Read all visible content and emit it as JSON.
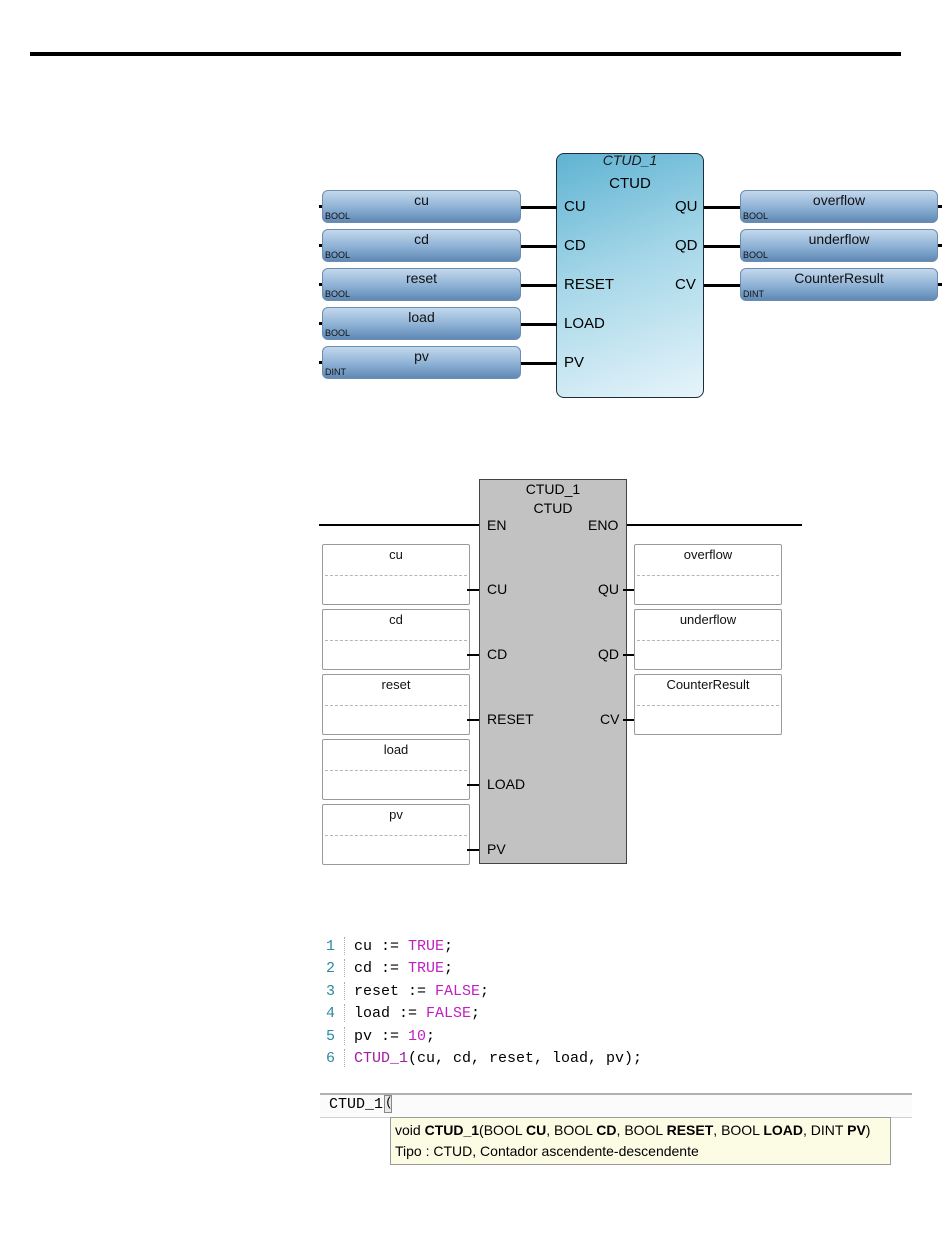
{
  "fbd_graphical": {
    "instance_name": "CTUD_1",
    "block_type": "CTUD",
    "inputs": [
      {
        "pin": "CU",
        "var": "cu",
        "type": "BOOL"
      },
      {
        "pin": "CD",
        "var": "cd",
        "type": "BOOL"
      },
      {
        "pin": "RESET",
        "var": "reset",
        "type": "BOOL"
      },
      {
        "pin": "LOAD",
        "var": "load",
        "type": "BOOL"
      },
      {
        "pin": "PV",
        "var": "pv",
        "type": "DINT"
      }
    ],
    "outputs": [
      {
        "pin": "QU",
        "var": "overflow",
        "type": "BOOL"
      },
      {
        "pin": "QD",
        "var": "underflow",
        "type": "BOOL"
      },
      {
        "pin": "CV",
        "var": "CounterResult",
        "type": "DINT"
      }
    ]
  },
  "fbd_classic": {
    "instance_name": "CTUD_1",
    "block_type": "CTUD",
    "en": "EN",
    "eno": "ENO",
    "inputs": [
      {
        "pin": "CU",
        "var": "cu"
      },
      {
        "pin": "CD",
        "var": "cd"
      },
      {
        "pin": "RESET",
        "var": "reset"
      },
      {
        "pin": "LOAD",
        "var": "load"
      },
      {
        "pin": "PV",
        "var": "pv"
      }
    ],
    "outputs": [
      {
        "pin": "QU",
        "var": "overflow"
      },
      {
        "pin": "QD",
        "var": "underflow"
      },
      {
        "pin": "CV",
        "var": "CounterResult"
      }
    ]
  },
  "st_code": {
    "lines": [
      {
        "num": "1",
        "var": "cu",
        "op": " := ",
        "val": "TRUE",
        "end": ";"
      },
      {
        "num": "2",
        "var": "cd",
        "op": " := ",
        "val": "TRUE",
        "end": ";"
      },
      {
        "num": "3",
        "var": "reset",
        "op": " := ",
        "val": "FALSE",
        "end": ";"
      },
      {
        "num": "4",
        "var": "load",
        "op": " := ",
        "val": "FALSE",
        "end": ";"
      },
      {
        "num": "5",
        "var": "pv",
        "op": " := ",
        "val": "10",
        "end": ";"
      }
    ],
    "call_line": {
      "num": "6",
      "fb": "CTUD_1",
      "args": "(cu, cd, reset, load, pv);"
    }
  },
  "editor": {
    "input_text": "CTUD_1",
    "open_paren": "(",
    "tooltip": {
      "sig_prefix": "void ",
      "sig_name": "CTUD_1",
      "params": [
        {
          "type": "BOOL",
          "name": "CU"
        },
        {
          "type": "BOOL",
          "name": "CD"
        },
        {
          "type": "BOOL",
          "name": "RESET"
        },
        {
          "type": "BOOL",
          "name": "LOAD"
        },
        {
          "type": "DINT",
          "name": "PV"
        }
      ],
      "line2": "Tipo : CTUD, Contador ascendente-descendente"
    }
  },
  "colors": {
    "keyword": "#c020c0",
    "line_number": "#2a8aa0",
    "block_gradient_top": "#5fb3d2",
    "variable_gradient": "#8cb0d4",
    "classic_block": "#c2c2c2"
  }
}
